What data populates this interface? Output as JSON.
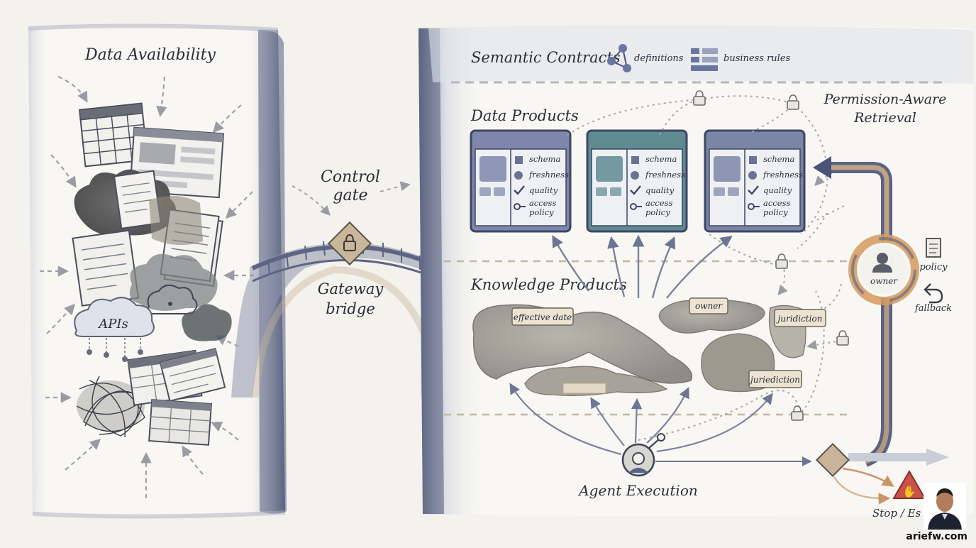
{
  "left_panel": {
    "title": "Data Availability",
    "apis_label": "APIs"
  },
  "bridge": {
    "control_gate": [
      "Control",
      "gate"
    ],
    "gateway_bridge": [
      "Gateway",
      "bridge"
    ]
  },
  "semantic_contracts": {
    "title": "Semantic Contracts",
    "definitions_label": "definitions",
    "business_rules_label": "business rules"
  },
  "data_products": {
    "title": "Data Products",
    "cards": [
      {
        "fields": [
          "schema",
          "freshness",
          "quality",
          "access",
          "policy"
        ],
        "tint": "#7f86ab"
      },
      {
        "fields": [
          "schema",
          "freshness",
          "quality",
          "access",
          "policy"
        ],
        "tint": "#5e8a90"
      },
      {
        "fields": [
          "schema",
          "freshness",
          "quality",
          "access",
          "policy"
        ],
        "tint": "#7b86a6"
      }
    ]
  },
  "permission_retrieval": {
    "title": [
      "Permission-Aware",
      "Retrieval"
    ],
    "owner_label": "owner",
    "policy_label": "policy",
    "fallback_label": "fallback"
  },
  "knowledge_products": {
    "title": "Knowledge Products",
    "tags": [
      "effective date",
      "owner",
      "juridiction",
      "juriediction"
    ]
  },
  "agent": {
    "title": "Agent Execution"
  },
  "stop": {
    "label": "Stop / Es"
  },
  "watermark": "ariefw.com",
  "colors": {
    "navy": "#3d4766",
    "wash": "#8c93ab",
    "orange": "#d4a06a",
    "stop_red": "#c9524a"
  }
}
